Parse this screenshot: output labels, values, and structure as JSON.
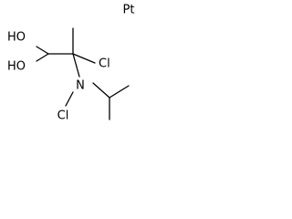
{
  "structure": {
    "atoms": {
      "metal": "Pt",
      "hydroxyl_top": "HO",
      "hydroxyl_bottom": "HO",
      "chloro_carbon": "Cl",
      "nitrogen": "N",
      "chloro_nitrogen": "Cl"
    }
  }
}
